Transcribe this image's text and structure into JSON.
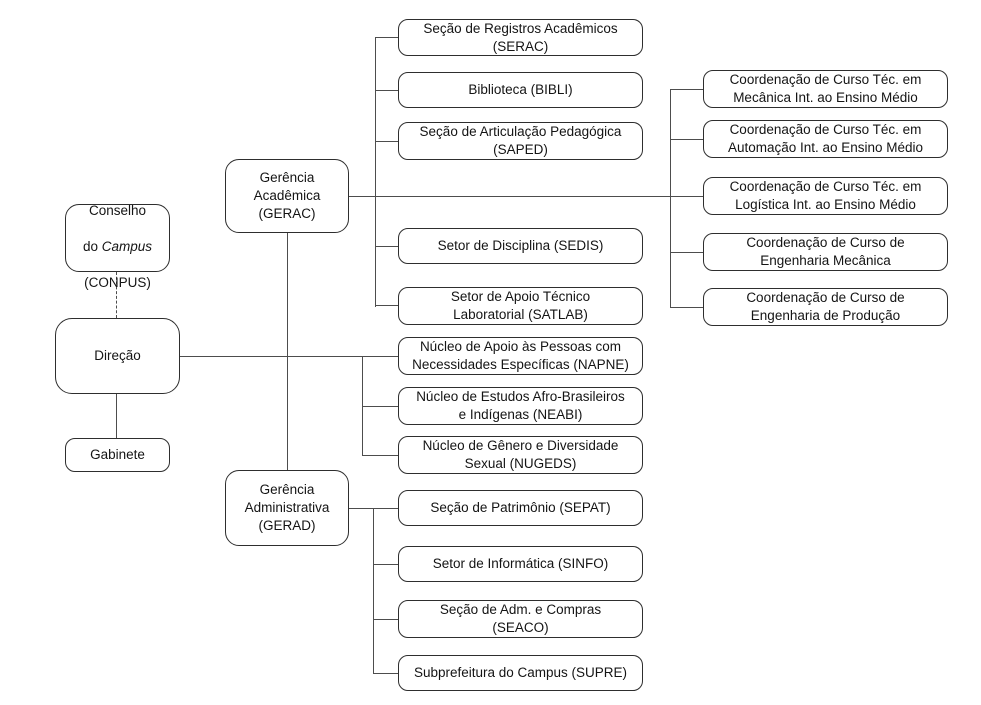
{
  "colors": {
    "background": "#ffffff",
    "box_fill": "#ffffff",
    "box_border": "#2e2e2e",
    "connector_line": "#4d4d4d",
    "text": "#141414"
  },
  "diagram": {
    "type": "org-chart",
    "nodes": {
      "conselho": {
        "l1": "Conselho",
        "l2_pre": "do ",
        "l2_italic": "Campus",
        "l3": "(CONPUS)"
      },
      "direcao": {
        "label": "Direção"
      },
      "gabinete": {
        "label": "Gabinete"
      },
      "gerac": {
        "label": "Gerência\nAcadêmica\n(GERAC)"
      },
      "gerad": {
        "label": "Gerência\nAdministrativa\n(GERAD)"
      },
      "serac": {
        "label": "Seção de Registros Acadêmicos\n(SERAC)"
      },
      "bibli": {
        "label": "Biblioteca (BIBLI)"
      },
      "saped": {
        "label": "Seção de Articulação Pedagógica\n(SAPED)"
      },
      "sedis": {
        "label": "Setor de Disciplina (SEDIS)"
      },
      "satlab": {
        "label": "Setor de Apoio Técnico\nLaboratorial (SATLAB)"
      },
      "napne": {
        "label": "Núcleo de Apoio às Pessoas com\nNecessidades Específicas (NAPNE)"
      },
      "neabi": {
        "label": "Núcleo de Estudos Afro-Brasileiros\ne Indígenas (NEABI)"
      },
      "nugeds": {
        "label": "Núcleo de Gênero e Diversidade\nSexual (NUGEDS)"
      },
      "sepat": {
        "label": "Seção de Patrimônio (SEPAT)"
      },
      "sinfo": {
        "label": "Setor de Informática (SINFO)"
      },
      "seaco": {
        "label": "Seção de Adm. e Compras\n(SEACO)"
      },
      "supre": {
        "label": "Subprefeitura do Campus (SUPRE)"
      },
      "coord_tec_mecanica": {
        "label": "Coordenação de Curso Téc. em\nMecânica Int. ao Ensino Médio"
      },
      "coord_tec_automacao": {
        "label": "Coordenação de Curso Téc. em\nAutomação Int. ao Ensino Médio"
      },
      "coord_tec_logistica": {
        "label": "Coordenação de Curso Téc. em\nLogística Int. ao Ensino Médio"
      },
      "coord_eng_mecanica": {
        "label": "Coordenação de Curso de\nEngenharia Mecânica"
      },
      "coord_eng_producao": {
        "label": "Coordenação de Curso de\nEngenharia de Produção"
      }
    },
    "edges": [
      {
        "from": "conselho",
        "to": "direcao",
        "style": "dashed"
      },
      {
        "from": "direcao",
        "to": "gabinete",
        "style": "solid"
      },
      {
        "from": "direcao",
        "to": "gerac",
        "style": "solid"
      },
      {
        "from": "direcao",
        "to": "gerad",
        "style": "solid"
      },
      {
        "from": "direcao",
        "to": "napne",
        "style": "solid"
      },
      {
        "from": "direcao",
        "to": "neabi",
        "style": "solid"
      },
      {
        "from": "direcao",
        "to": "nugeds",
        "style": "solid"
      },
      {
        "from": "gerac",
        "to": "serac",
        "style": "solid"
      },
      {
        "from": "gerac",
        "to": "bibli",
        "style": "solid"
      },
      {
        "from": "gerac",
        "to": "saped",
        "style": "solid"
      },
      {
        "from": "gerac",
        "to": "sedis",
        "style": "solid"
      },
      {
        "from": "gerac",
        "to": "satlab",
        "style": "solid"
      },
      {
        "from": "gerac",
        "to": "coord_tec_mecanica",
        "style": "solid"
      },
      {
        "from": "gerac",
        "to": "coord_tec_automacao",
        "style": "solid"
      },
      {
        "from": "gerac",
        "to": "coord_tec_logistica",
        "style": "solid"
      },
      {
        "from": "gerac",
        "to": "coord_eng_mecanica",
        "style": "solid"
      },
      {
        "from": "gerac",
        "to": "coord_eng_producao",
        "style": "solid"
      },
      {
        "from": "gerad",
        "to": "sepat",
        "style": "solid"
      },
      {
        "from": "gerad",
        "to": "sinfo",
        "style": "solid"
      },
      {
        "from": "gerad",
        "to": "seaco",
        "style": "solid"
      },
      {
        "from": "gerad",
        "to": "supre",
        "style": "solid"
      }
    ]
  }
}
